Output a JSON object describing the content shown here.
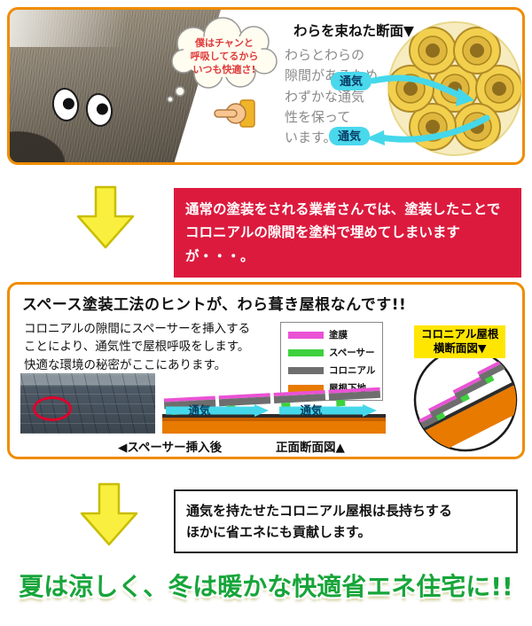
{
  "accent_colors": {
    "panel_border": "#f08c00",
    "warning_bg": "#dc1a3e",
    "arrow_yellow": "#f8ef3e",
    "vent_cyan": "#45d8ea",
    "headline_green": "#17a53a"
  },
  "section1": {
    "title": "わらを束ねた断面▼",
    "thought_bubble": "僕はチャンと\n呼吸してるから\nいつも快適さ!",
    "body": "わらとわらの\n隙間があるため、\nわずかな通気\n性を保って\nいます。",
    "vent_label_top": "通気",
    "vent_label_bottom": "通気"
  },
  "callout1": {
    "text": "通常の塗装をされる業者さんでは、塗装したことでコロニアルの隙間を塗料で埋めてしまいますが・・・。"
  },
  "section2": {
    "title": "スペース塗装工法のヒントが、わら葺き屋根なんです!!",
    "body": "コロニアルの隙間にスペーサーを挿入する\nことにより、通気性で屋根呼吸をします。\n快適な環境の秘密がここにあります。",
    "legend": [
      {
        "label": "塗膜",
        "color": "#ea52d5"
      },
      {
        "label": "スペーサー",
        "color": "#3ed13e"
      },
      {
        "label": "コロニアル",
        "color": "#6e6e6e"
      },
      {
        "label": "屋根下地",
        "color": "#e87a00"
      }
    ],
    "circle_label": "コロニアル屋根\n横断面図▼",
    "vent_label_left": "通気",
    "vent_label_right": "通気",
    "caption_left": "◀スペーサー挿入後",
    "caption_right": "正面断面図▲"
  },
  "callout2": {
    "text": "通気を持たせたコロニアル屋根は長持ちする\nほかに省エネにも貢献します。"
  },
  "headline": "夏は涼しく、冬は暖かな快適省エネ住宅に!!"
}
